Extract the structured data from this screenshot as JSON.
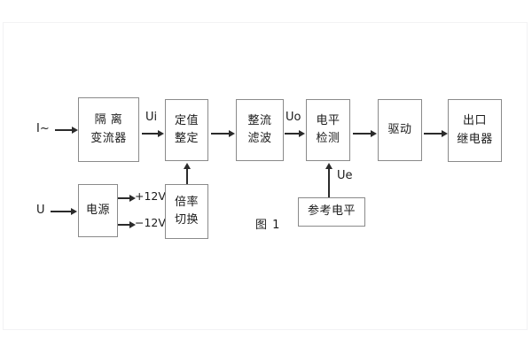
{
  "figure": {
    "caption": "图 1",
    "blocks": [
      {
        "id": "isolation-ct",
        "lines": [
          "隔 离",
          "变流器"
        ]
      },
      {
        "id": "setting",
        "lines": [
          "定值",
          "整定"
        ]
      },
      {
        "id": "rectifier-filter",
        "lines": [
          "整流",
          "滤波"
        ]
      },
      {
        "id": "level-detect",
        "lines": [
          "电平",
          "检测"
        ]
      },
      {
        "id": "driver",
        "lines": [
          "驱动"
        ]
      },
      {
        "id": "output-relay",
        "lines": [
          "出口",
          "继电器"
        ]
      },
      {
        "id": "power-supply",
        "lines": [
          "电源"
        ]
      },
      {
        "id": "ratio-switch",
        "lines": [
          "倍率",
          "切换"
        ]
      },
      {
        "id": "reference-level",
        "lines": [
          "参考电平"
        ]
      }
    ],
    "signals": {
      "current_input": "I~",
      "voltage_input": "U",
      "ui": "Ui",
      "uo": "Uo",
      "ue": "Ue",
      "supply_positive": "+12V",
      "supply_negative": "−12V"
    }
  },
  "colors": {
    "line": "#2b2b2b",
    "block_border": "#8a8a8a",
    "text": "#1b1b1b",
    "background": "#ffffff"
  }
}
